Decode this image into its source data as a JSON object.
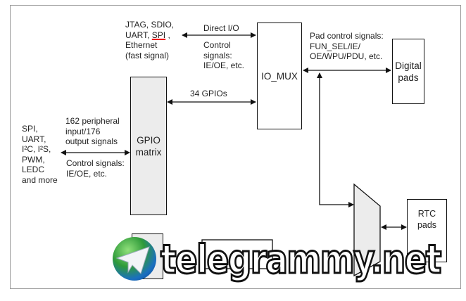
{
  "diagram": {
    "top_left_peripherals": {
      "line1": "JTAG, SDIO,",
      "line2_prefix": "UART, ",
      "line2_spi": "SPI",
      "line2_suffix": " ,",
      "line3": "Ethernet",
      "line4": "(fast signal)"
    },
    "direct_io_label": "Direct I/O",
    "direct_control_label": "Control\nsignals:\nIE/OE, etc.",
    "io_mux_label": "IO_MUX",
    "pad_control_label": "Pad control signals:\nFUN_SEL/IE/\nOE/WPU/PDU, etc.",
    "digital_pads_label": "Digital\npads",
    "gpios_label": "34 GPIOs",
    "gpio_matrix_label": "GPIO\nmatrix",
    "peripheral_signals_label": "162 peripheral\ninput/176\noutput signals",
    "matrix_control_label": "Control signals:\nIE/OE, etc.",
    "left_peripherals": "SPI,\nUART,\nI²C, I²S,\nPWM,\nLEDC\nand more",
    "rtc_pads_label": "RTC\npads"
  },
  "watermark": {
    "text": "telegrammy.net",
    "icon": "telegram-globe-icon"
  },
  "colors": {
    "block_fill": "#ececec",
    "underline": "#e00000"
  }
}
